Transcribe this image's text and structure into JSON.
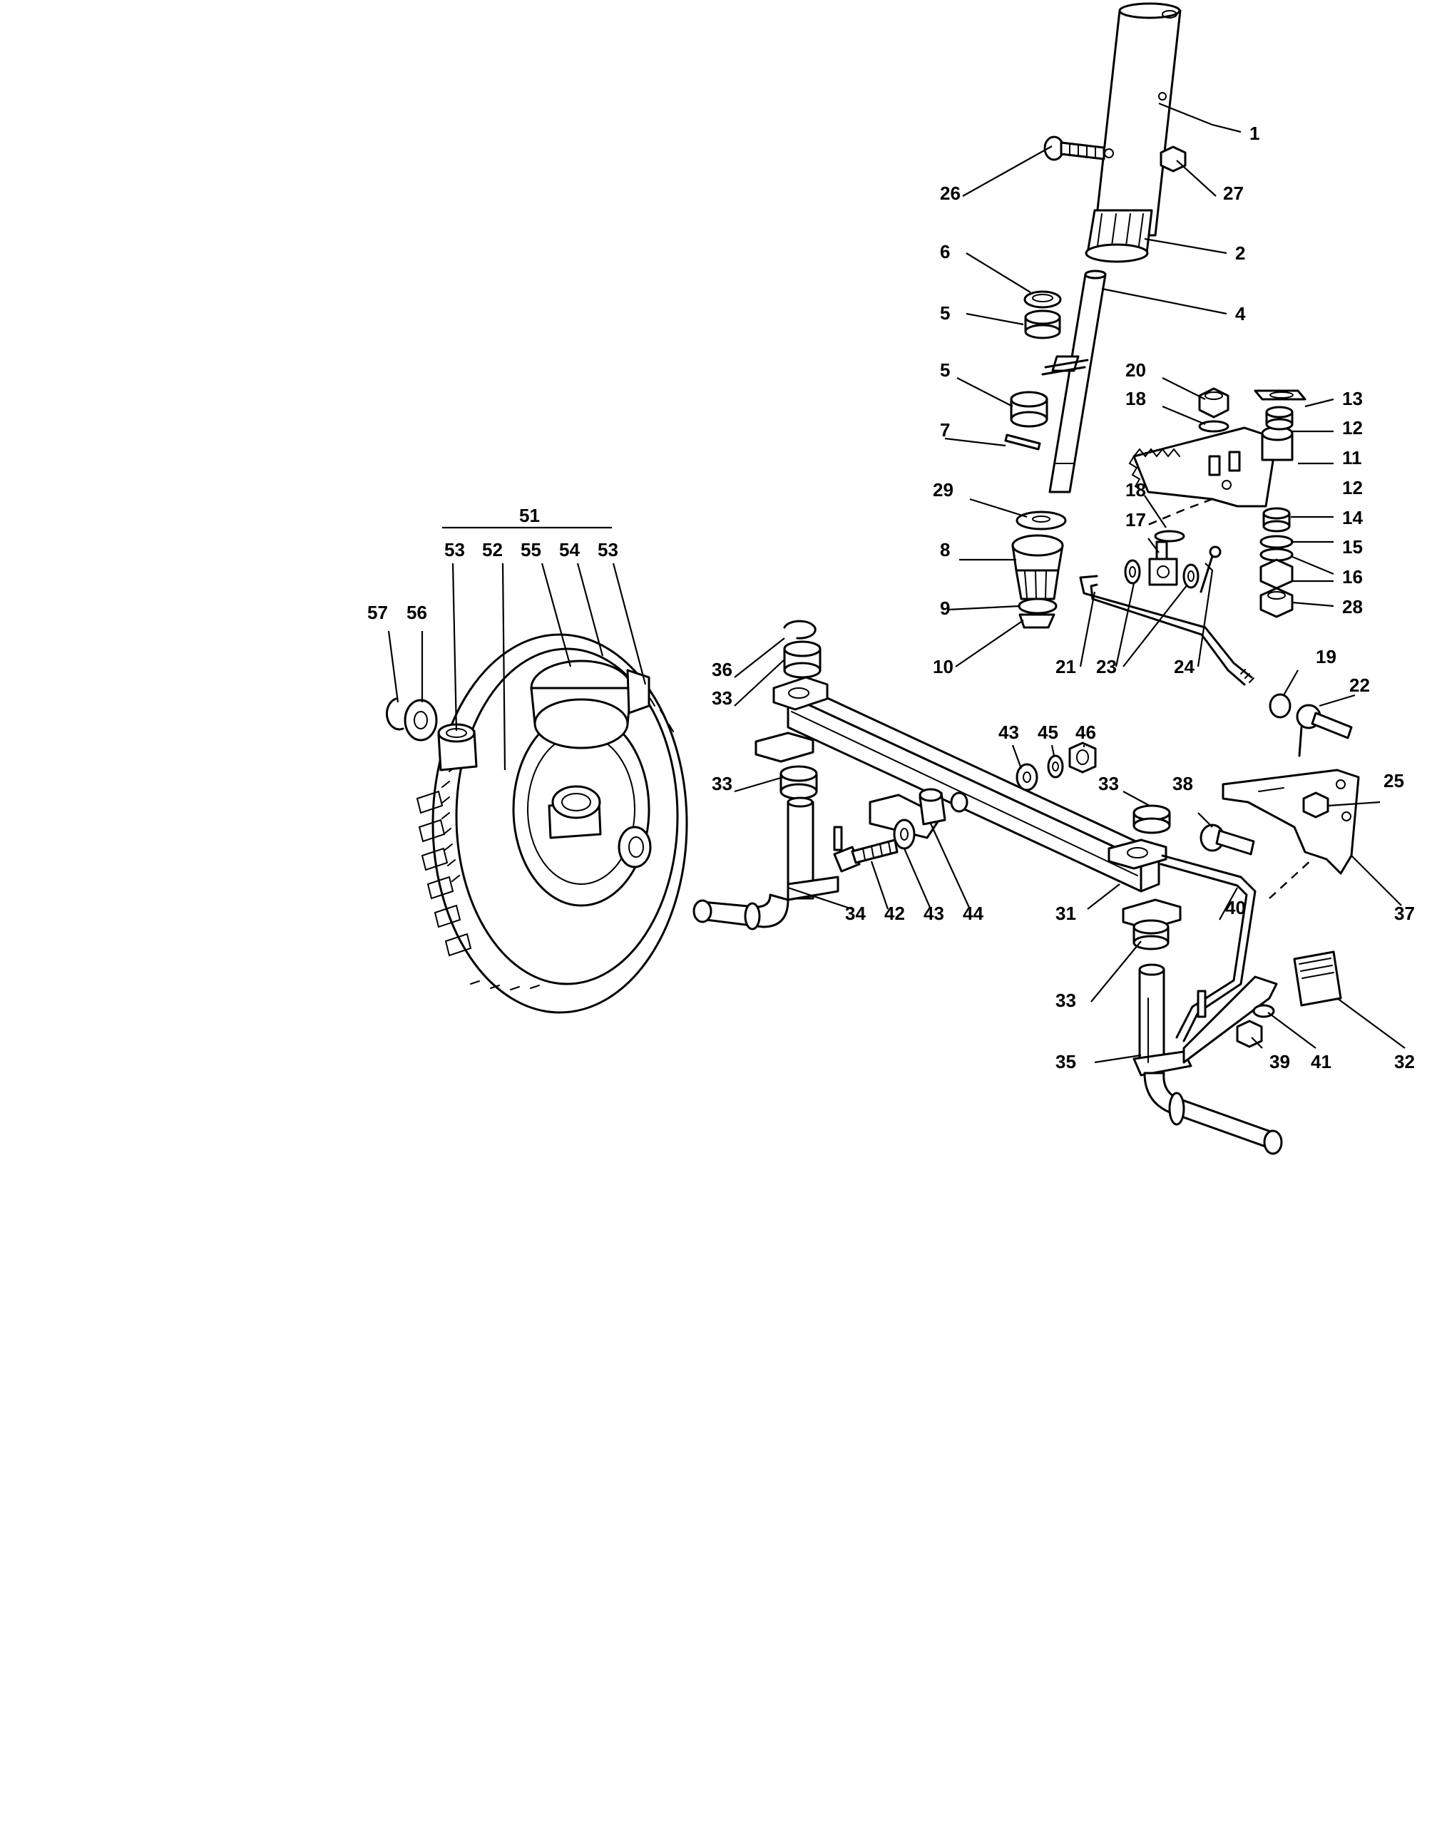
{
  "callouts": [
    {
      "id": "c1",
      "text": "1"
    },
    {
      "id": "c26",
      "text": "26"
    },
    {
      "id": "c27",
      "text": "27"
    },
    {
      "id": "c2",
      "text": "2"
    },
    {
      "id": "c6",
      "text": "6"
    },
    {
      "id": "c4",
      "text": "4"
    },
    {
      "id": "c5a",
      "text": "5"
    },
    {
      "id": "c5b",
      "text": "5"
    },
    {
      "id": "c20",
      "text": "20"
    },
    {
      "id": "c13",
      "text": "13"
    },
    {
      "id": "c18a",
      "text": "18"
    },
    {
      "id": "c12a",
      "text": "12"
    },
    {
      "id": "c7",
      "text": "7"
    },
    {
      "id": "c11",
      "text": "11"
    },
    {
      "id": "c29",
      "text": "29"
    },
    {
      "id": "c18b",
      "text": "18"
    },
    {
      "id": "c12b",
      "text": "12"
    },
    {
      "id": "c17",
      "text": "17"
    },
    {
      "id": "c14",
      "text": "14"
    },
    {
      "id": "c8",
      "text": "8"
    },
    {
      "id": "c15",
      "text": "15"
    },
    {
      "id": "c16",
      "text": "16"
    },
    {
      "id": "c9",
      "text": "9"
    },
    {
      "id": "c28",
      "text": "28"
    },
    {
      "id": "c10",
      "text": "10"
    },
    {
      "id": "c21",
      "text": "21"
    },
    {
      "id": "c23",
      "text": "23"
    },
    {
      "id": "c24",
      "text": "24"
    },
    {
      "id": "c19",
      "text": "19"
    },
    {
      "id": "c22",
      "text": "22"
    },
    {
      "id": "c51",
      "text": "51"
    },
    {
      "id": "c53a",
      "text": "53"
    },
    {
      "id": "c52",
      "text": "52"
    },
    {
      "id": "c55",
      "text": "55"
    },
    {
      "id": "c54",
      "text": "54"
    },
    {
      "id": "c53b",
      "text": "53"
    },
    {
      "id": "c57",
      "text": "57"
    },
    {
      "id": "c56",
      "text": "56"
    },
    {
      "id": "c36",
      "text": "36"
    },
    {
      "id": "c33a",
      "text": "33"
    },
    {
      "id": "c43a",
      "text": "43"
    },
    {
      "id": "c45",
      "text": "45"
    },
    {
      "id": "c46",
      "text": "46"
    },
    {
      "id": "c33b",
      "text": "33"
    },
    {
      "id": "c33c",
      "text": "33"
    },
    {
      "id": "c38",
      "text": "38"
    },
    {
      "id": "c25",
      "text": "25"
    },
    {
      "id": "c34",
      "text": "34"
    },
    {
      "id": "c42",
      "text": "42"
    },
    {
      "id": "c43b",
      "text": "43"
    },
    {
      "id": "c44",
      "text": "44"
    },
    {
      "id": "c31",
      "text": "31"
    },
    {
      "id": "c40",
      "text": "40"
    },
    {
      "id": "c37",
      "text": "37"
    },
    {
      "id": "c33d",
      "text": "33"
    },
    {
      "id": "c32",
      "text": "32"
    },
    {
      "id": "c35",
      "text": "35"
    },
    {
      "id": "c39",
      "text": "39"
    },
    {
      "id": "c41",
      "text": "41"
    }
  ]
}
